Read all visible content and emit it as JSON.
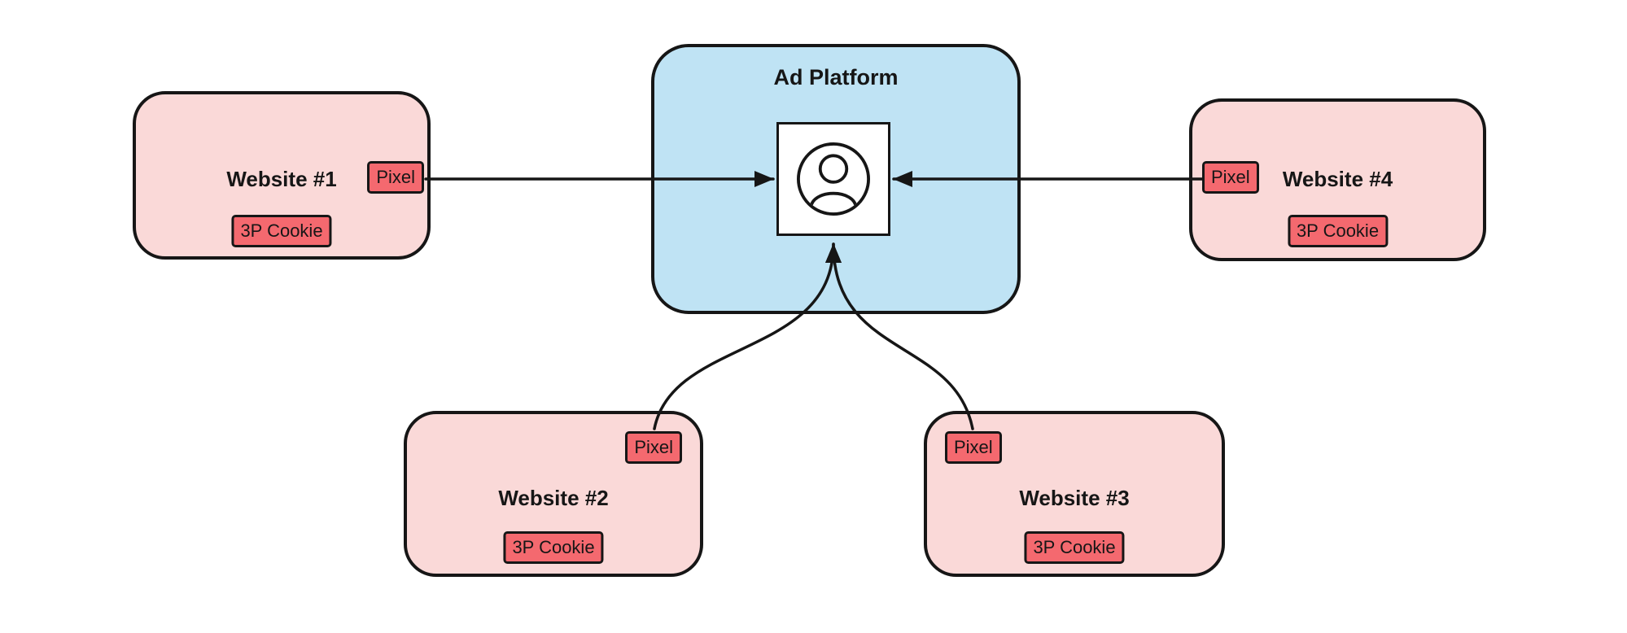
{
  "diagram": {
    "platform": {
      "label": "Ad Platform",
      "icon": "user-avatar-icon"
    },
    "websites": [
      {
        "label": "Website #1",
        "pixel_label": "Pixel",
        "cookie_label": "3P Cookie"
      },
      {
        "label": "Website #2",
        "pixel_label": "Pixel",
        "cookie_label": "3P Cookie"
      },
      {
        "label": "Website #3",
        "pixel_label": "Pixel",
        "cookie_label": "3P Cookie"
      },
      {
        "label": "Website #4",
        "pixel_label": "Pixel",
        "cookie_label": "3P Cookie"
      }
    ],
    "colors": {
      "platform_fill": "#bfe3f4",
      "website_fill": "#fad9d8",
      "badge_fill": "#f4696f",
      "stroke": "#161616",
      "background": "#ffffff"
    }
  }
}
